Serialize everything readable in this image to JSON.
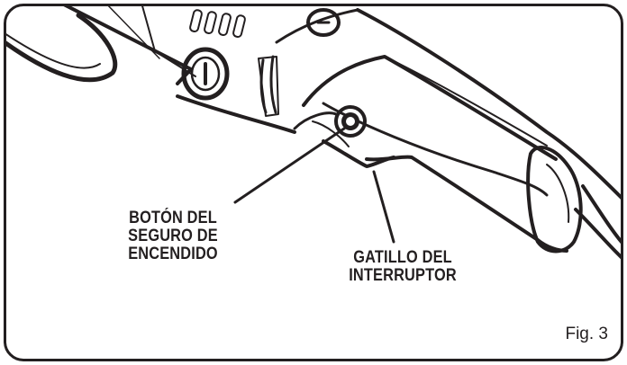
{
  "callouts": {
    "lock_button": {
      "lines": [
        "BOTÓN DEL",
        "SEGURO DE",
        "ENCENDIDO"
      ]
    },
    "trigger": {
      "lines": [
        "GATILLO DEL",
        "INTERRUPTOR"
      ]
    }
  },
  "figure_label": "Fig. 3",
  "colors": {
    "ink": "#231f20",
    "background": "#ffffff"
  }
}
